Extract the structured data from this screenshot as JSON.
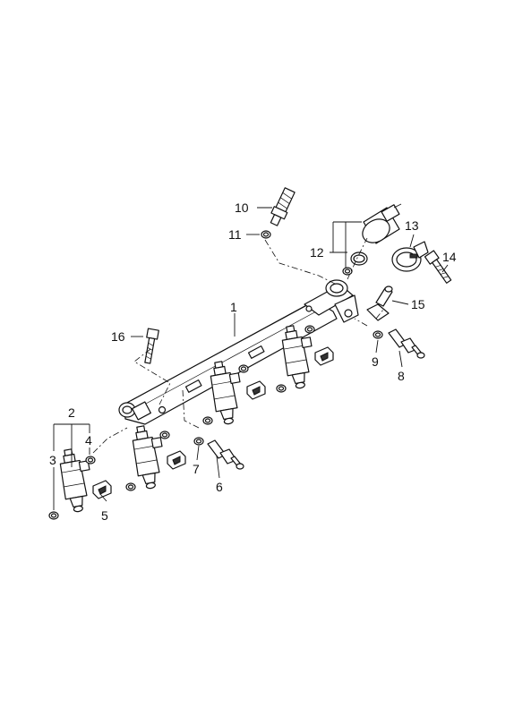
{
  "callouts": [
    {
      "id": "1",
      "text": "1"
    },
    {
      "id": "2",
      "text": "2"
    },
    {
      "id": "3",
      "text": "3"
    },
    {
      "id": "4",
      "text": "4"
    },
    {
      "id": "5",
      "text": "5"
    },
    {
      "id": "6",
      "text": "6"
    },
    {
      "id": "7",
      "text": "7"
    },
    {
      "id": "8",
      "text": "8"
    },
    {
      "id": "9",
      "text": "9"
    },
    {
      "id": "10",
      "text": "10"
    },
    {
      "id": "11",
      "text": "11"
    },
    {
      "id": "12",
      "text": "12"
    },
    {
      "id": "13",
      "text": "13"
    },
    {
      "id": "14",
      "text": "14"
    },
    {
      "id": "15",
      "text": "15"
    },
    {
      "id": "16",
      "text": "16"
    }
  ],
  "icons": {
    "fuel_rail": "fuel-rail-icon",
    "injector": "fuel-injector-icon",
    "pressure_regulator": "pressure-regulator-icon",
    "clamp": "clamp-icon",
    "bolt": "bolt-icon",
    "o_ring": "o-ring-icon",
    "clip": "retaining-clip-icon",
    "fitting": "hose-fitting-icon"
  }
}
